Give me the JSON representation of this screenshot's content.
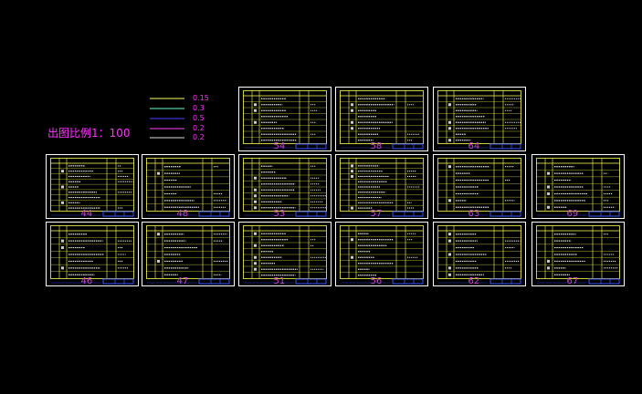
{
  "drawing_scale": "出图比例1：100",
  "line_weights": [
    {
      "label": "0.15",
      "color": "#ffff66"
    },
    {
      "label": "0.3",
      "color": "#66ffcc"
    },
    {
      "label": "0.5",
      "color": "#4444ff"
    },
    {
      "label": "0.2",
      "color": "#ff44ff"
    },
    {
      "label": "0.2",
      "color": "#dddddd"
    }
  ],
  "sheets": [
    "54",
    "58",
    "64",
    "44",
    "48",
    "53",
    "57",
    "63",
    "69",
    "46",
    "47",
    "51",
    "56",
    "62",
    "67"
  ],
  "colors": {
    "background": "#000000",
    "frame": "#ffffff",
    "table_lines": "#ffff55",
    "sheet_number": "#cc44cc",
    "title_block": "#3355ff",
    "scale_text": "#ff33ff"
  }
}
